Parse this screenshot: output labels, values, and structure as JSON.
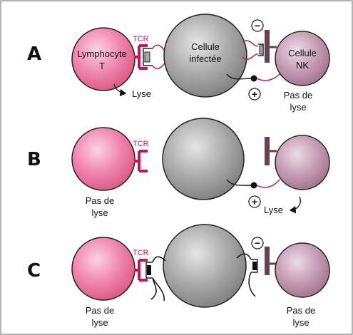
{
  "rows": [
    {
      "label": "A"
    },
    {
      "label": "B"
    },
    {
      "label": "C"
    }
  ],
  "labels": {
    "tcr": "TCR",
    "lymphocyte_line1": "Lymphocyte",
    "lymphocyte_line2": "T",
    "infected_line1": "Cellule",
    "infected_line2": "infectée",
    "nk_line1": "Cellule",
    "nk_line2": "NK",
    "lysis": "Lyse",
    "no_lysis_line1": "Pas de",
    "no_lysis_line2": "lyse",
    "minus": "−",
    "plus": "+"
  },
  "colors": {
    "t_cell": "#ec6f9c",
    "infected_cell": "#9a9a9a",
    "nk_cell": "#b58aa3",
    "receptor": "#c2185b",
    "nk_receptor": "#6a3f55",
    "border": "#999999"
  }
}
